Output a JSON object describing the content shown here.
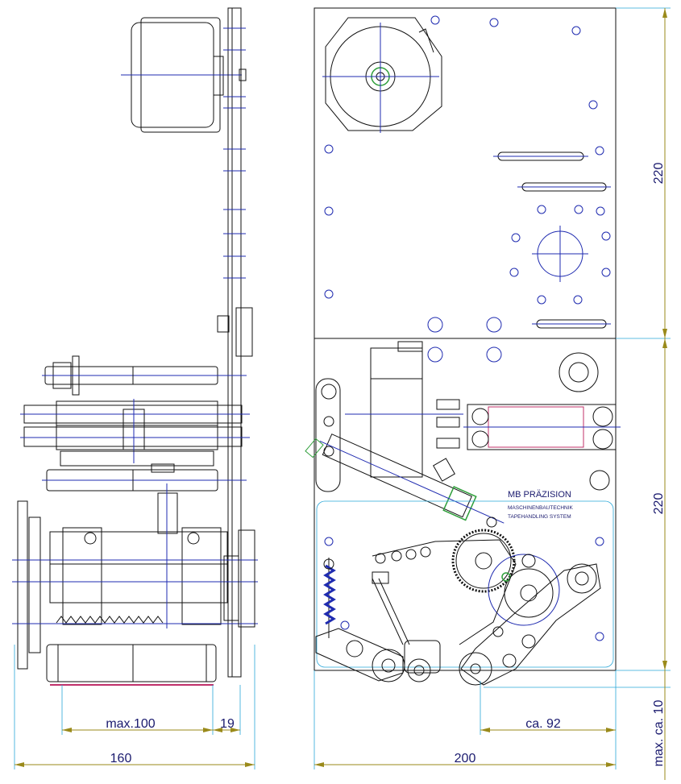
{
  "dimensions": {
    "height_top": "220",
    "height_bottom": "220",
    "width_main": "200",
    "width_side": "160",
    "max_width": "max.100",
    "plate_thickness": "19",
    "offset": "ca. 92",
    "protrusion": "max. ca. 10"
  },
  "branding": {
    "company": "MB PRÄZISION",
    "line1": "MASCHINENBAUTECHNIK",
    "line2": "TAPEHANDLING SYSTEM"
  },
  "colors": {
    "outline": "#111111",
    "centerline": "#1f2bb0",
    "dimension": "#9a8a1a",
    "dimension_text": "#1a1a6e",
    "panel_outline": "#2aa7d8",
    "cylinder_highlight": "#2e9e3a",
    "spring": "#1f2bb0",
    "accent": "#c0306a"
  }
}
